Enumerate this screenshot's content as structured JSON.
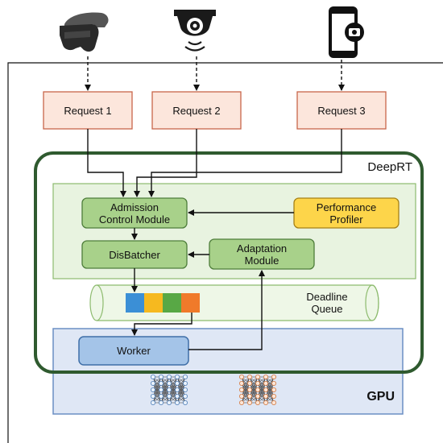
{
  "requests": [
    "Request 1",
    "Request 2",
    "Request 3"
  ],
  "system_label": "DeepRT",
  "modules": {
    "admission": "Admission\nControl Module",
    "profiler": "Performance\nProfiler",
    "disbatcher": "DisBatcher",
    "adaptation": "Adaptation\nModule",
    "queue": "Deadline\nQueue",
    "worker": "Worker",
    "gpu": "GPU"
  },
  "devices": [
    "vr-headset-icon",
    "security-camera-icon",
    "smartphone-camera-icon"
  ],
  "colors": {
    "request_fill": "#fce6dc",
    "request_border": "#c8664a",
    "deeprt_border": "#2f5a2f",
    "inner_fill": "#e8f3e0",
    "inner_border": "#8dbb6e",
    "module_fill": "#a8d18a",
    "module_border": "#4d7d3a",
    "profiler_fill": "#fdd54a",
    "profiler_border": "#a68016",
    "gpu_fill": "#dfe7f5",
    "gpu_border": "#6b8fc4",
    "worker_fill": "#a4c4e8",
    "worker_border": "#3f6fa8",
    "queue_colors": [
      "#3b8fd6",
      "#f6b91f",
      "#58a845",
      "#f07a2a"
    ]
  }
}
